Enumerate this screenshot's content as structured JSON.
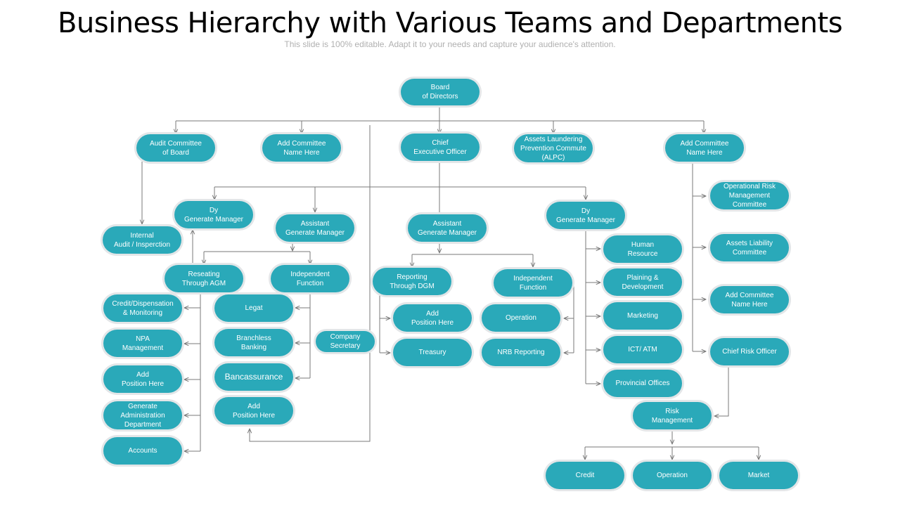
{
  "header": {
    "title": "Business Hierarchy with Various Teams and Departments",
    "subtitle": "This slide is 100% editable. Adapt it to your needs and capture your audience's attention."
  },
  "colors": {
    "node": "#2aa9b9",
    "halo": "#e3e6e8",
    "connector": "#7a7a7a"
  },
  "nodes": {
    "board": "Board\nof Directors",
    "audit_committee": "Audit Committee\nof Board",
    "add_committee_1": "Add Committee\nName Here",
    "ceo": "Chief\nExecutive Officer",
    "alpc": "Assets Laundering\nPrevention Commute\n(ALPC)",
    "add_committee_2": "Add Committee\nName Here",
    "internal_audit": "Internal\nAudit / Insperction",
    "dy_gm_left": "Dy\nGenerate Manager",
    "asst_gm_1": "Assistant\nGenerate Manager",
    "asst_gm_2": "Assistant\nGenerate Manager",
    "dy_gm_right": "Dy\nGenerate Manager",
    "op_risk_committee": "Operational Risk\nManagement\nCommittee",
    "assets_liability": "Assets Liability\nCommittee",
    "add_committee_3": "Add Committee\nName Here",
    "chief_risk_officer": "Chief Risk Officer",
    "reseating": "Reseating\nThrough AGM",
    "independent_1": "Independent\nFunction",
    "reporting_dgm": "Reporting\nThrough DGM",
    "independent_2": "Independent\nFunction",
    "credit_dispensation": "Credit/Dispensation\n& Monitoring",
    "npa": "NPA\nManagement",
    "add_position_1": "Add\nPosition Here",
    "gen_admin": "Generate\nAdministration\nDepartment",
    "accounts": "Accounts",
    "legat": "Legat",
    "branchless": "Branchless\nBanking",
    "bancassurance": "Bancassurance",
    "add_position_2": "Add\nPosition Here",
    "company_secretary": "Company\nSecretary",
    "add_position_3": "Add\nPosition Here",
    "treasury": "Treasury",
    "operation_1": "Operation",
    "nrb_reporting": "NRB Reporting",
    "human_resource": "Human\nResource",
    "planning": "Plaining &\nDevelopment",
    "marketing": "Marketing",
    "ict_atm": "ICT/ ATM",
    "provincial": "Provincial Offices",
    "risk_management": "Risk\nManagement",
    "credit": "Credit",
    "operation_2": "Operation",
    "market": "Market"
  }
}
